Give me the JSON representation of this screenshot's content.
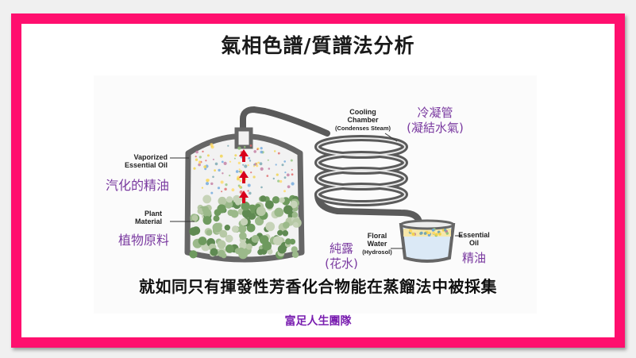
{
  "title": "氣相色譜/質譜法分析",
  "caption": "就如同只有揮發性芳香化合物能在蒸餾法中被採集",
  "footer": "富足人生團隊",
  "labels": {
    "cooling_en_1": "Cooling",
    "cooling_en_2": "Chamber",
    "cooling_en_3": "(Condenses Steam)",
    "cooling_zh_1": "冷凝管",
    "cooling_zh_2": "(凝結水氣)",
    "vapor_en_1": "Vaporized",
    "vapor_en_2": "Essential Oil",
    "vapor_zh": "汽化的精油",
    "plant_en_1": "Plant",
    "plant_en_2": "Material",
    "plant_zh": "植物原料",
    "floral_en_1": "Floral",
    "floral_en_2": "Water",
    "floral_en_3": "(Hydrosol)",
    "floral_zh_1": "純露",
    "floral_zh_2": "(花水)",
    "oil_en_1": "Essential",
    "oil_en_2": "Oil",
    "oil_zh": "精油"
  },
  "colors": {
    "border": "#ff0f6e",
    "label_zh": "#7a3aa0",
    "footer": "#7a1fb0",
    "arrow": "#d9001b",
    "pipe": "#555555"
  }
}
